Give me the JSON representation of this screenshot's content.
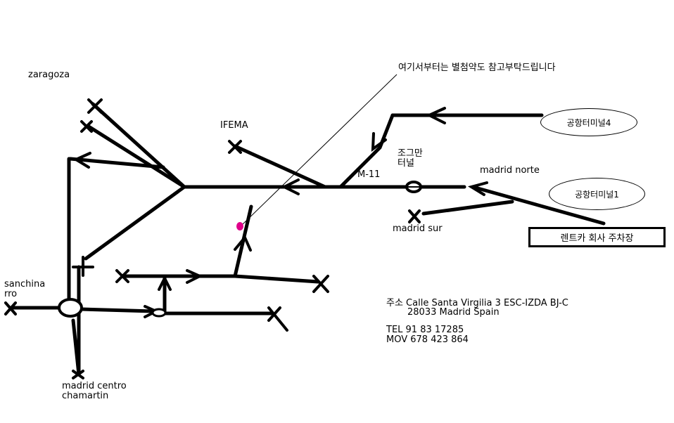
{
  "labels": {
    "zaragoza": "zaragoza",
    "ifema": "IFEMA",
    "note": "여기서부터는 별첨약도 참고부탁드립니다",
    "tunnel": "조그만\n터널",
    "m11": "M-11",
    "madrid_norte": "madrid norte",
    "madrid_sur": "madrid sur",
    "sanchinarro": "sanchina\nrro",
    "madrid_centro": "madrid centro\nchamartin"
  },
  "terminals": {
    "t4": "공항터미널4",
    "t1": "공항터미널1"
  },
  "rental": "렌트카 회사 주차장",
  "address": {
    "line1": "주소 Calle Santa Virgilia 3 ESC-IZDA BJ-C",
    "line2": "28033 Madrid Spain",
    "tel": "TEL 91 83 17285",
    "mov": "MOV 678 423 864"
  },
  "colors": {
    "line": "#000000",
    "marker": "#e0008a"
  }
}
